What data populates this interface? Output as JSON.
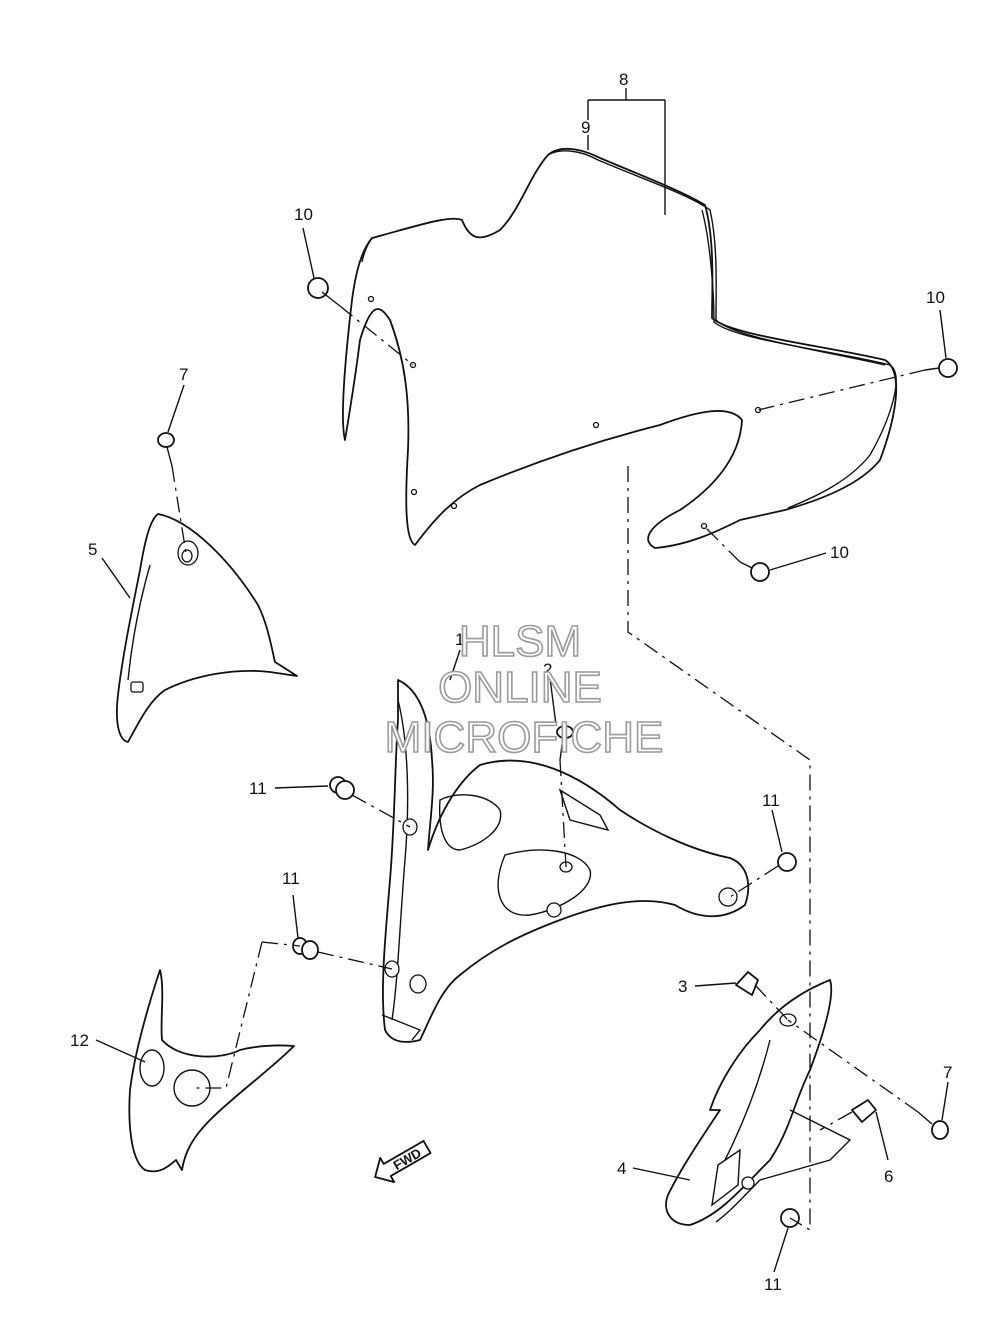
{
  "watermark": {
    "line1": "HLSM",
    "line2": "ONLINE",
    "line3": "MICROFICHE"
  },
  "fwd_label": "FWD",
  "callouts": {
    "c8": "8",
    "c9": "9",
    "c10_left": "10",
    "c10_right": "10",
    "c10_lower": "10",
    "c7_top": "7",
    "c5": "5",
    "c1": "1",
    "c2": "2",
    "c11_left": "11",
    "c11_right": "11",
    "c11_mid": "11",
    "c11_bottom": "11",
    "c12": "12",
    "c3": "3",
    "c7_bottom": "7",
    "c6": "6",
    "c4": "4"
  }
}
